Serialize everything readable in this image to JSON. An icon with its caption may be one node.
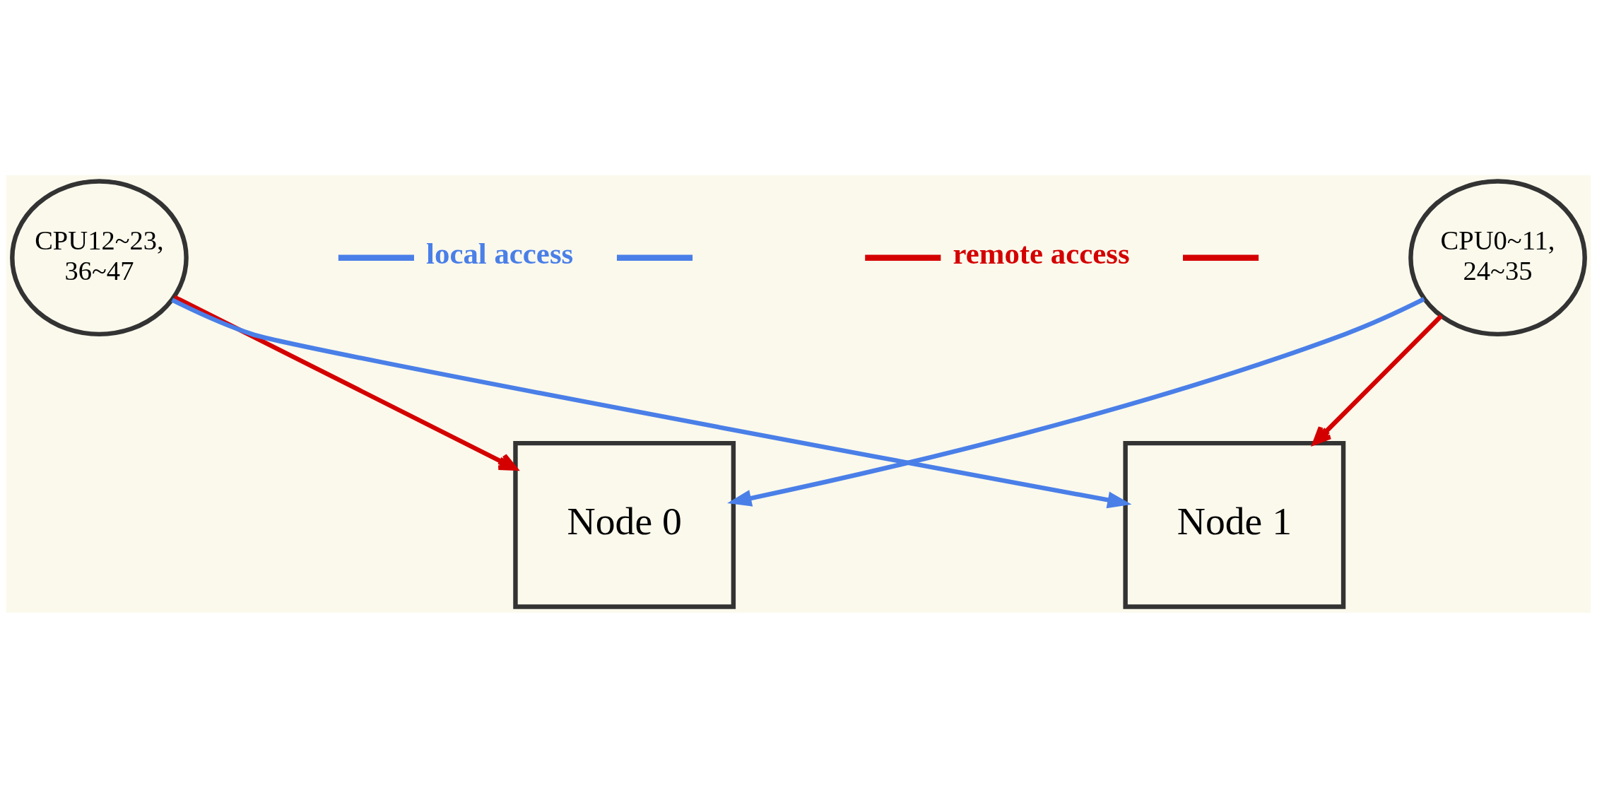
{
  "diagram": {
    "nodes": [
      {
        "text": [
          "CPU0~11, 24~35"
        ]
      },
      {
        "text": [
          "CPU12~23, 36~47"
        ]
      },
      {
        "text": [
          "Node 0"
        ]
      },
      {
        "text": [
          "Node 1"
        ]
      }
    ],
    "edges": [
      {
        "from": 0,
        "to": 2,
        "arrow": "to",
        "color": "#4a7fe8"
      },
      {
        "from": 0,
        "to": 3,
        "arrow": "to",
        "color": "#d40000"
      },
      {
        "from": 1,
        "to": 2,
        "arrow": "to",
        "color": "#d40000"
      },
      {
        "from": 1,
        "to": 3,
        "arrow": "to",
        "color": "#4a7fe8"
      }
    ],
    "legend": [
      {
        "text": "local access"
      },
      {
        "text": "remote access"
      }
    ]
  }
}
